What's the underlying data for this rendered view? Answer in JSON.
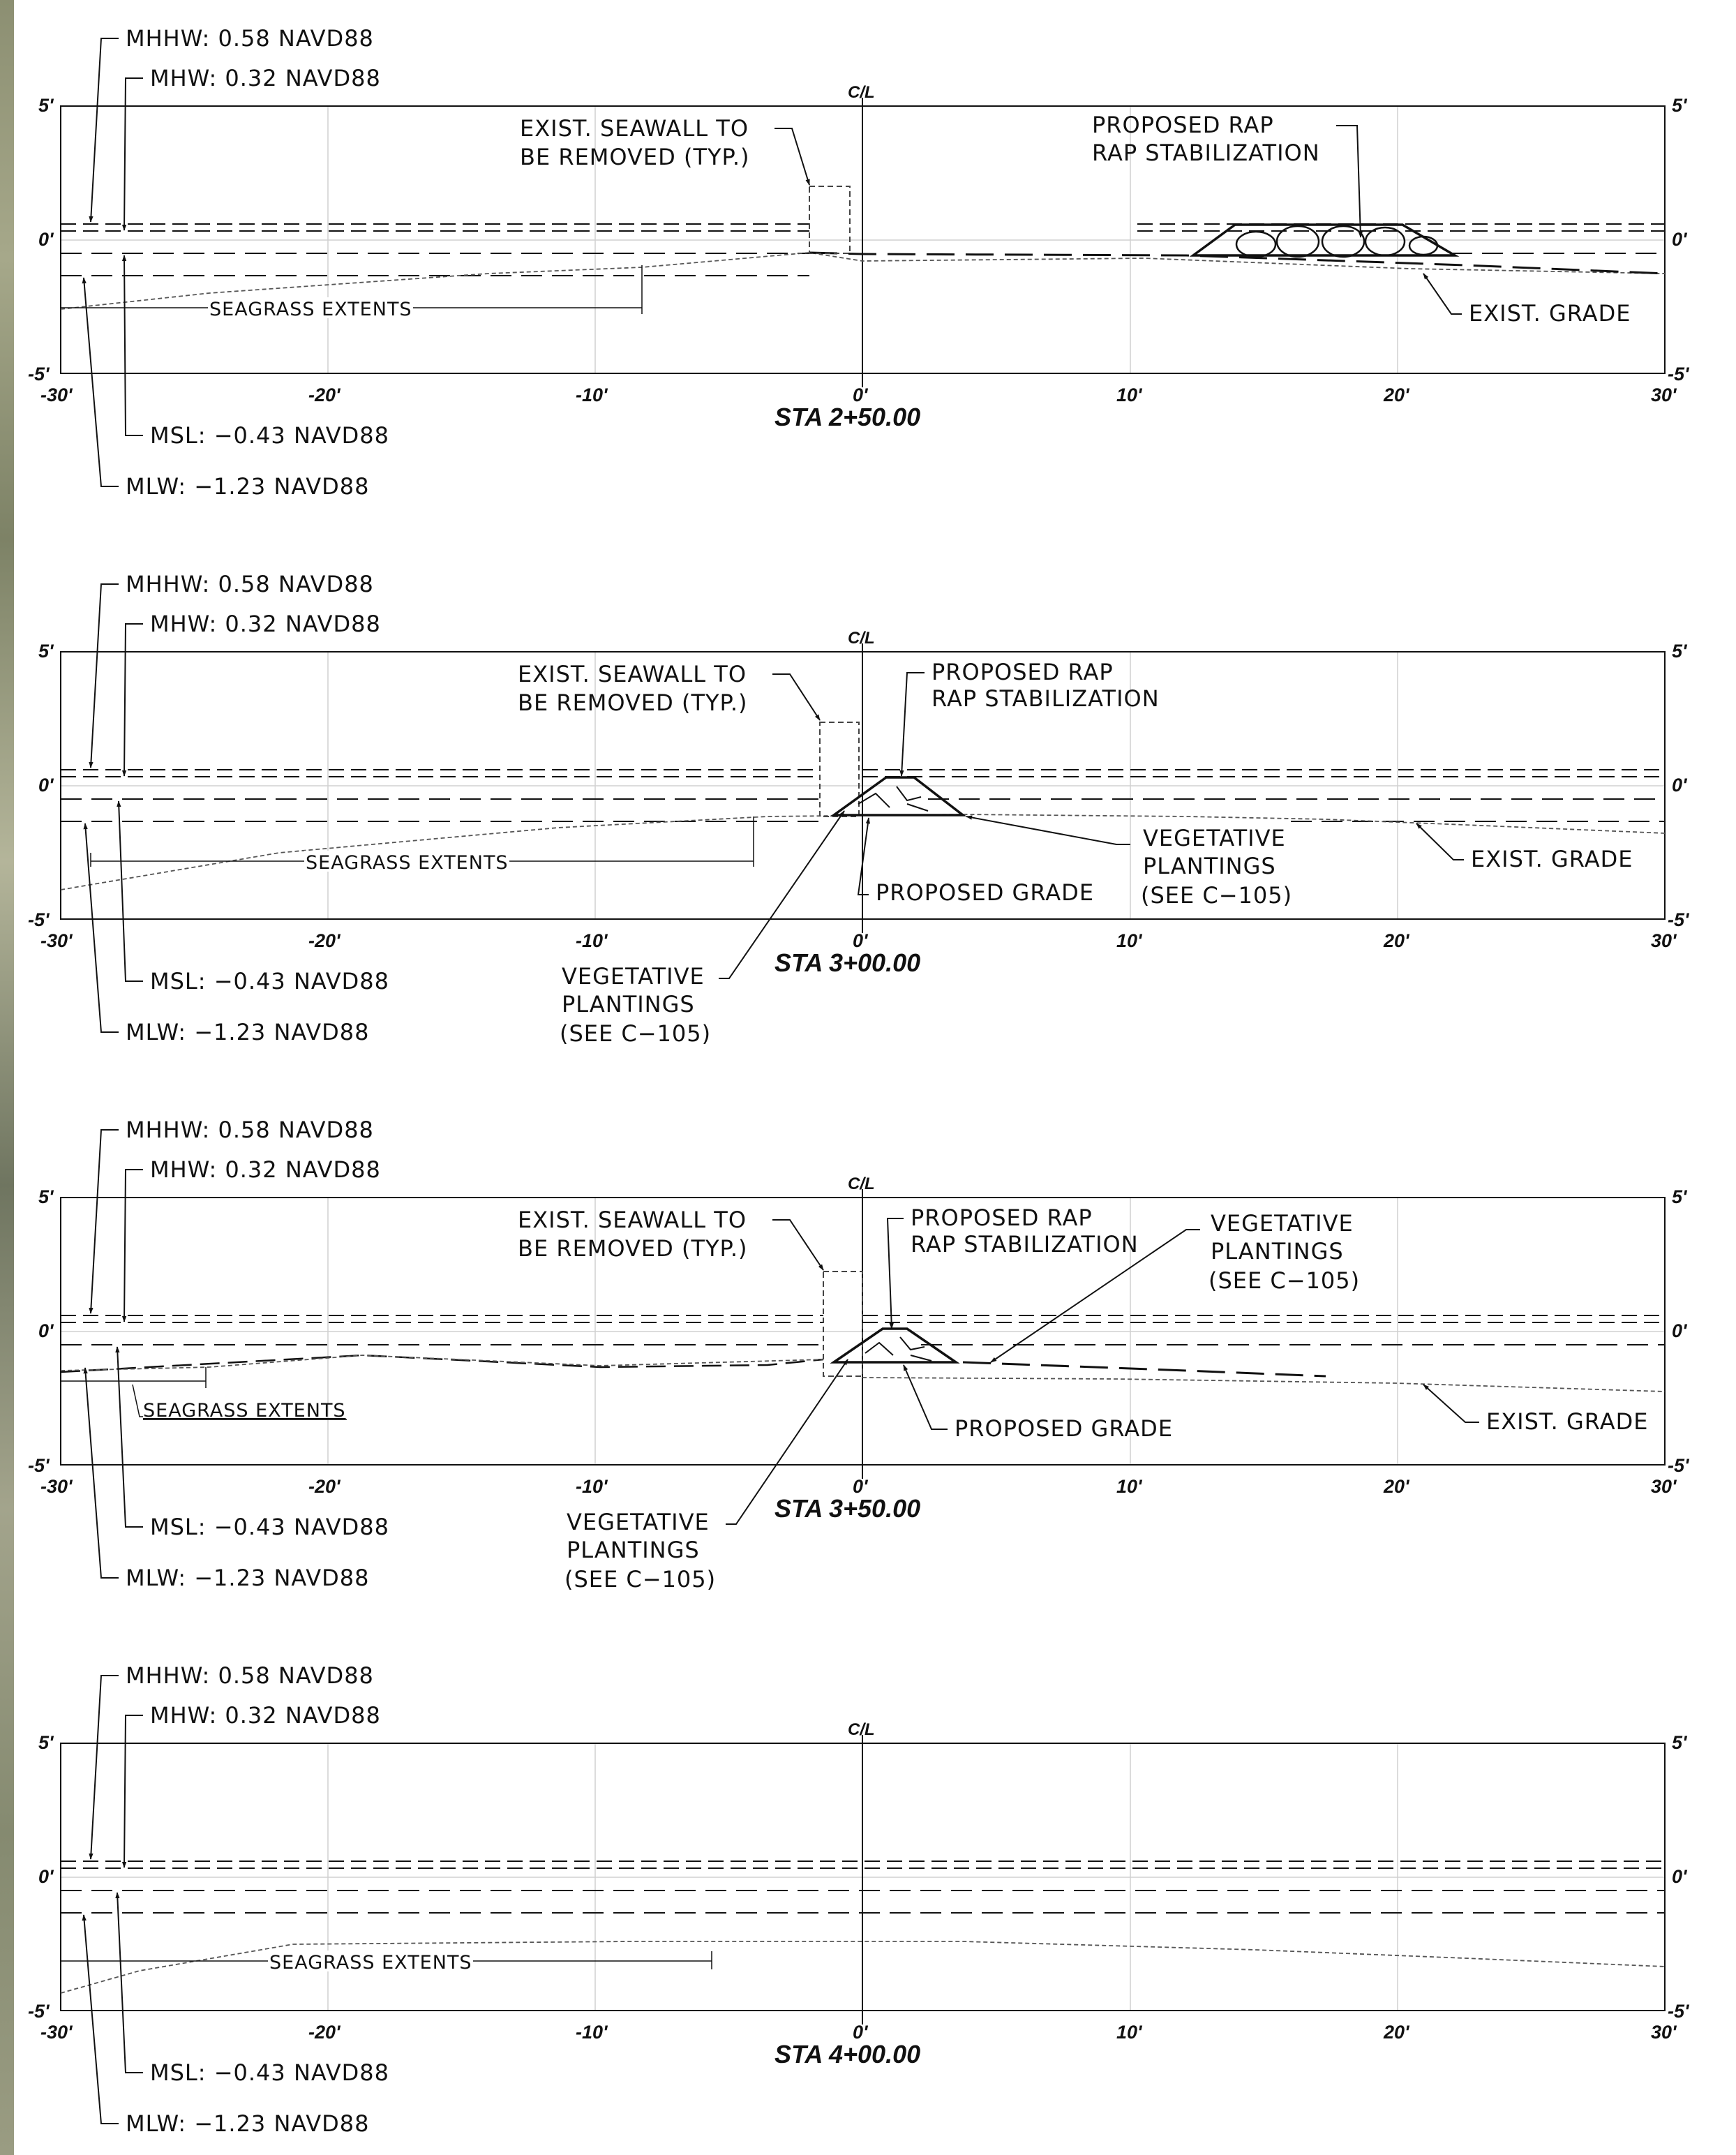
{
  "axis": {
    "x_ticks": [
      "-30'",
      "-20'",
      "-10'",
      "0'",
      "10'",
      "20'",
      "30'"
    ],
    "y_ticks": [
      "5'",
      "0'",
      "-5'"
    ],
    "centerline": "C/L"
  },
  "datums": {
    "mhhw": "MHHW: 0.58 NAVD88",
    "mhw": "MHW:  0.32 NAVD88",
    "msl": "MSL: −0.43 NAVD88",
    "mlw": "MLW: −1.23 NAVD88"
  },
  "sections": [
    {
      "station": "STA 2+50.00",
      "labels": {
        "seawall": [
          "EXIST. SEAWALL TO",
          "BE REMOVED (TYP.)"
        ],
        "rap": [
          "PROPOSED RAP",
          "RAP STABILIZATION"
        ],
        "grade": "EXIST. GRADE",
        "seagrass": "SEAGRASS EXTENTS"
      }
    },
    {
      "station": "STA 3+00.00",
      "labels": {
        "seawall": [
          "EXIST. SEAWALL TO",
          "BE REMOVED (TYP.)"
        ],
        "rap": [
          "PROPOSED RAP",
          "RAP STABILIZATION"
        ],
        "veg_right": [
          "VEGETATIVE",
          "PLANTINGS",
          "(SEE C−105)"
        ],
        "veg_left": [
          "VEGETATIVE",
          "PLANTINGS",
          "(SEE C−105)"
        ],
        "proposed_grade": "PROPOSED GRADE",
        "grade": "EXIST. GRADE",
        "seagrass": "SEAGRASS EXTENTS"
      }
    },
    {
      "station": "STA 3+50.00",
      "labels": {
        "seawall": [
          "EXIST. SEAWALL TO",
          "BE REMOVED (TYP.)"
        ],
        "rap": [
          "PROPOSED RAP",
          "RAP STABILIZATION"
        ],
        "veg_right": [
          "VEGETATIVE",
          "PLANTINGS",
          "(SEE C−105)"
        ],
        "veg_left": [
          "VEGETATIVE",
          "PLANTINGS",
          "(SEE C−105)"
        ],
        "proposed_grade": "PROPOSED GRADE",
        "grade": "EXIST. GRADE",
        "seagrass": "SEAGRASS EXTENTS"
      }
    },
    {
      "station": "STA 4+00.00",
      "labels": {
        "seagrass": "SEAGRASS EXTENTS"
      }
    }
  ]
}
